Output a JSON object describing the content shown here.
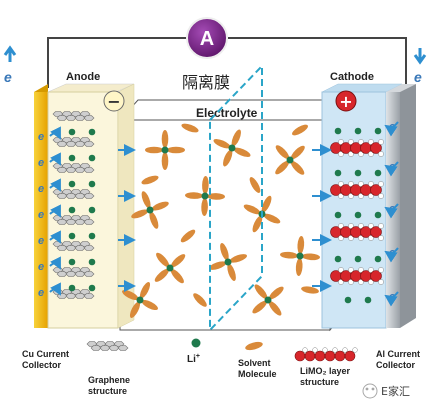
{
  "ammeter_label": "A",
  "separator_label": "隔离膜",
  "electrolyte_label": "Electrolyte",
  "anode_label": "Anode",
  "cathode_label": "Cathode",
  "anode_sign": "−",
  "cathode_sign": "+",
  "electron_symbol": "e",
  "legend": {
    "cu_collector": [
      "Cu Current",
      "Collector"
    ],
    "graphene": [
      "Graphene",
      "structure"
    ],
    "li_ion": "Li",
    "li_ion_sup": "+",
    "solvent": [
      "Solvent",
      "Molecule"
    ],
    "limo2": [
      "LiMO₂ layer",
      "structure"
    ],
    "al_collector": [
      "Al Current",
      "Collector"
    ]
  },
  "watermark": "E家汇",
  "colors": {
    "wire": "#444444",
    "ammeter_fill": "#7b1f8a",
    "cu_collector": "#f2b600",
    "anode_bg": "#fbf6dc",
    "cathode_bg": "#cfe6f5",
    "al_collector": "#b7bcc2",
    "li_ion": "#1f7a4d",
    "solvent": "#d98a3a",
    "separator": "#2aa5c8",
    "arrow": "#2e8fd0",
    "limo2_red": "#d7262b"
  }
}
